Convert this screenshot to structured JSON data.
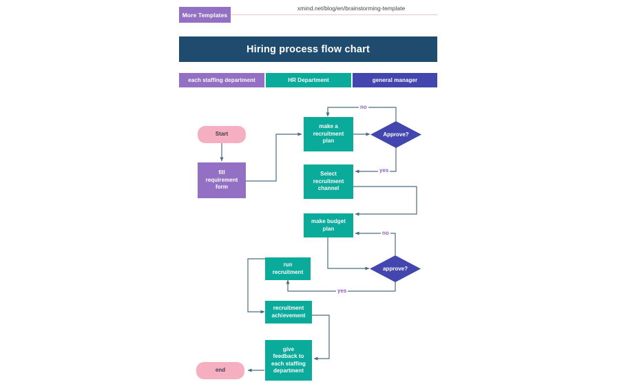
{
  "top_bar": {
    "badge_label": "More Templates",
    "url_text": "xmind.net/blog/en/brainstorming-template"
  },
  "title": "Hiring process flow chart",
  "legend": {
    "items": [
      {
        "label": "each staffing department",
        "color": "#9370c4"
      },
      {
        "label": "HR Department",
        "color": "#0aab9b"
      },
      {
        "label": "general manager",
        "color": "#4246ae"
      }
    ]
  },
  "colors": {
    "title_bar": "#1f4c6e",
    "teal": "#0aab9b",
    "purple": "#9370c4",
    "blue": "#4246ae",
    "pink": "#f5afc0",
    "connector": "#4a6b80",
    "edge_label": "#8a5fc0",
    "rule": "#edc3d2"
  },
  "chart_data": {
    "type": "flowchart",
    "title": "Hiring process flow chart",
    "nodes": [
      {
        "id": "start",
        "label": "Start",
        "shape": "terminal",
        "lane": "each staffing department",
        "color": "#f5afc0"
      },
      {
        "id": "fill_form",
        "label": "fill\nrequirement\nform",
        "shape": "process",
        "lane": "each staffing department",
        "color": "#9370c4"
      },
      {
        "id": "make_plan",
        "label": "make a\nrecruitment\nplan",
        "shape": "process",
        "lane": "HR Department",
        "color": "#0aab9b"
      },
      {
        "id": "approve1",
        "label": "Approve?",
        "shape": "decision",
        "lane": "general manager",
        "color": "#4246ae"
      },
      {
        "id": "select_chan",
        "label": "Select\nrecruitment\nchannel",
        "shape": "process",
        "lane": "HR Department",
        "color": "#0aab9b"
      },
      {
        "id": "budget_plan",
        "label": "make budget\nplan",
        "shape": "process",
        "lane": "HR Department",
        "color": "#0aab9b"
      },
      {
        "id": "approve2",
        "label": "approve?",
        "shape": "decision",
        "lane": "general manager",
        "color": "#4246ae"
      },
      {
        "id": "run_recruit",
        "label": "run\nrecruitment",
        "shape": "process",
        "lane": "HR Department",
        "color": "#0aab9b"
      },
      {
        "id": "achievement",
        "label": "recruitment\nachievement",
        "shape": "process",
        "lane": "HR Department",
        "color": "#0aab9b"
      },
      {
        "id": "feedback",
        "label": "give\nfeedback to\neach staffing\ndepartment",
        "shape": "process",
        "lane": "HR Department",
        "color": "#0aab9b"
      },
      {
        "id": "end",
        "label": "end",
        "shape": "terminal",
        "lane": "each staffing department",
        "color": "#f5afc0"
      }
    ],
    "edges": [
      {
        "from": "start",
        "to": "fill_form",
        "label": ""
      },
      {
        "from": "fill_form",
        "to": "make_plan",
        "label": ""
      },
      {
        "from": "make_plan",
        "to": "approve1",
        "label": ""
      },
      {
        "from": "approve1",
        "to": "make_plan",
        "label": "no"
      },
      {
        "from": "approve1",
        "to": "select_chan",
        "label": "yes"
      },
      {
        "from": "select_chan",
        "to": "budget_plan",
        "label": ""
      },
      {
        "from": "budget_plan",
        "to": "approve2",
        "label": ""
      },
      {
        "from": "approve2",
        "to": "budget_plan",
        "label": "no"
      },
      {
        "from": "approve2",
        "to": "run_recruit",
        "label": "yes"
      },
      {
        "from": "run_recruit",
        "to": "achievement",
        "label": ""
      },
      {
        "from": "achievement",
        "to": "feedback",
        "label": ""
      },
      {
        "from": "feedback",
        "to": "end",
        "label": ""
      }
    ],
    "edge_labels": [
      "no",
      "yes",
      "no",
      "yes"
    ]
  },
  "nodes": {
    "start": {
      "label": "Start"
    },
    "fill_form": {
      "line1": "fill",
      "line2": "requirement",
      "line3": "form"
    },
    "make_plan": {
      "line1": "make a",
      "line2": "recruitment",
      "line3": "plan"
    },
    "approve1": {
      "label": "Approve?"
    },
    "select_chan": {
      "line1": "Select",
      "line2": "recruitment",
      "line3": "channel"
    },
    "budget_plan": {
      "line1": "make budget",
      "line2": "plan"
    },
    "approve2": {
      "label": "approve?"
    },
    "run_recruit": {
      "line1": "run",
      "line2": "recruitment"
    },
    "achievement": {
      "line1": "recruitment",
      "line2": "achievement"
    },
    "feedback": {
      "line1": "give",
      "line2": "feedback to",
      "line3": "each staffing",
      "line4": "department"
    },
    "end": {
      "label": "end"
    }
  },
  "edge_labels": {
    "no_top": "no",
    "yes_top": "yes",
    "no_bottom": "no",
    "yes_bottom": "yes"
  }
}
